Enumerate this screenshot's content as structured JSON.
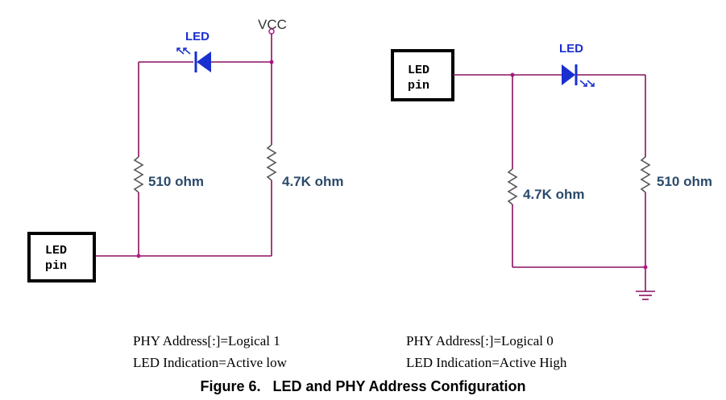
{
  "left": {
    "vcc": "VCC",
    "led": "LED",
    "r1": "510 ohm",
    "r2": "4.7K ohm",
    "pin": [
      "LED",
      "pin"
    ],
    "caption1": "PHY Address[:]=Logical 1",
    "caption2": "LED Indication=Active low"
  },
  "right": {
    "led": "LED",
    "r1": "4.7K ohm",
    "r2": "510 ohm",
    "pin": [
      "LED",
      "pin"
    ],
    "caption1": "PHY Address[:]=Logical 0",
    "caption2": "LED Indication=Active High"
  },
  "figure_title": "Figure 6.   LED and PHY Address Configuration"
}
